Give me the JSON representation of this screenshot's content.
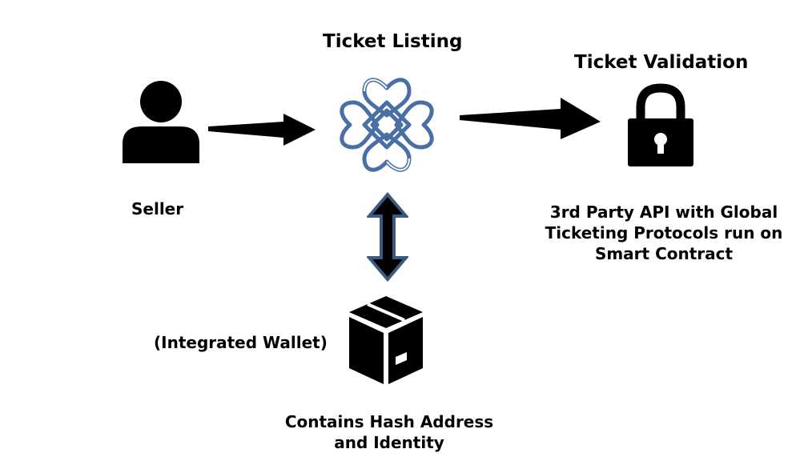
{
  "nodes": {
    "seller": {
      "label": "Seller",
      "icon": "user-icon"
    },
    "ticket_listing": {
      "title": "Ticket Listing",
      "icon": "celtic-knot-icon"
    },
    "ticket_validation": {
      "title": "Ticket Validation",
      "icon": "lock-icon",
      "description_lines": [
        "3rd Party API with Global",
        "Ticketing Protocols run on",
        "Smart Contract"
      ]
    },
    "wallet": {
      "label": "(Integrated Wallet)",
      "icon": "box-icon",
      "description_lines": [
        "Contains Hash Address",
        "and Identity"
      ]
    }
  },
  "colors": {
    "arrow": "#000000",
    "knot_stroke": "#4a6fa5",
    "double_arrow_outline": "#3a5a80",
    "text": "#000000"
  }
}
